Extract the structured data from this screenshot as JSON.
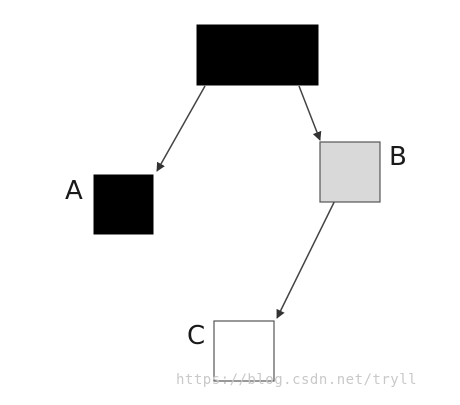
{
  "diagram": {
    "nodes": [
      {
        "id": "root",
        "label": "",
        "fill": "#000000",
        "stroke": "#000000"
      },
      {
        "id": "A",
        "label": "A",
        "fill": "#000000",
        "stroke": "#000000"
      },
      {
        "id": "B",
        "label": "B",
        "fill": "#d9d9d9",
        "stroke": "#555555"
      },
      {
        "id": "C",
        "label": "C",
        "fill": "#ffffff",
        "stroke": "#555555"
      }
    ],
    "edges": [
      {
        "from": "root",
        "to": "A"
      },
      {
        "from": "root",
        "to": "B"
      },
      {
        "from": "B",
        "to": "C"
      }
    ],
    "edge_color": "#444444"
  },
  "watermark": {
    "text": "https://blog.csdn.net/tryll"
  }
}
